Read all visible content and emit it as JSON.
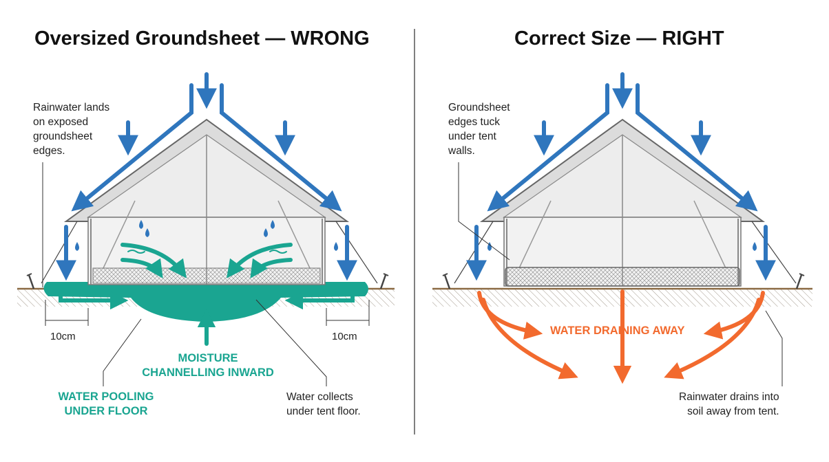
{
  "left_panel": {
    "title": "Oversized Groundsheet — WRONG",
    "note_rain": [
      "Rainwater lands",
      "on exposed",
      "groundsheet",
      "edges."
    ],
    "label_moisture": [
      "MOISTURE",
      "CHANNELLING INWARD"
    ],
    "label_pooling": [
      "WATER POOLING",
      "UNDER FLOOR"
    ],
    "note_collects": [
      "Water collects",
      "under tent floor."
    ],
    "dim_left": "10cm",
    "dim_right": "10cm"
  },
  "right_panel": {
    "title": "Correct Size — RIGHT",
    "note_tuck": [
      "Groundsheet",
      "edges tuck",
      "under tent",
      "walls."
    ],
    "label_draining": "WATER DRAINING AWAY",
    "note_drains": [
      "Rainwater drains into",
      "soil away from tent."
    ]
  },
  "colors": {
    "rain_arrow": "#2f76bd",
    "teal": "#1aa591",
    "orange": "#f26a2e",
    "ground": "#8b6a43"
  },
  "icons": [
    "rain-arrow-icon",
    "water-drop-icon",
    "tent-stake-icon",
    "teal-flow-arrow-icon",
    "drain-arrow-icon"
  ]
}
